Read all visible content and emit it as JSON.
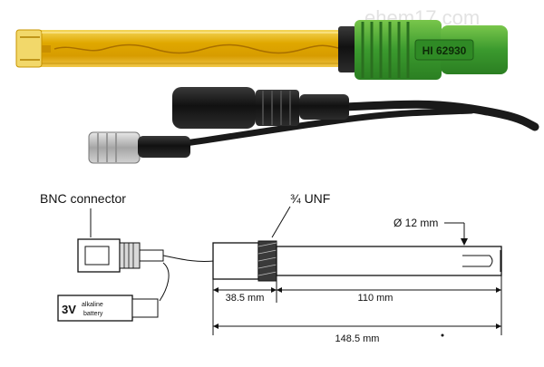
{
  "watermark": "ehem17.com",
  "photo": {
    "model_label": "HI 62930"
  },
  "drawing": {
    "bnc_label": "BNC connector",
    "unf_label": "¾ UNF",
    "diameter_label": "Ø 12 mm",
    "battery_voltage": "3V",
    "battery_text_line1": "alkaline",
    "battery_text_line2": "battery",
    "dim_left": "38.5 mm",
    "dim_right": "110 mm",
    "dim_total": "148.5 mm"
  },
  "colors": {
    "glass_amber": "#e6b81a",
    "cap_green": "#3f9a2e",
    "cable_black": "#1a1a1a",
    "bnc_metal": "#b9b9b9"
  }
}
